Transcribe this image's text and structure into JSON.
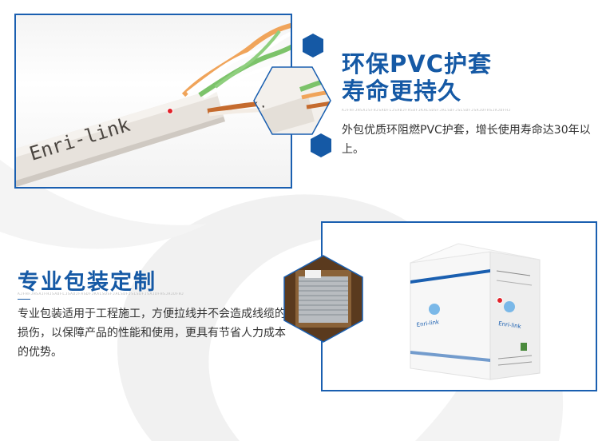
{
  "section1": {
    "title_line1": "环保PVC护套",
    "title_line2": "寿命更持久",
    "subtitle_en": "AJFHFJHSAJSFHJSADFLJSADJFASDFJKALSDSFJALSDFJSLSDFJSAJDFHSJAJDFHJ",
    "description": "外包优质环阻燃PVC护套，增长使用寿命达30年以上。",
    "jacket_print": "Enri-link"
  },
  "section2": {
    "title": "专业包装定制",
    "subtitle_en": "AJFHFJHSAJFHJSADFLJSADJFASDFJKALSDSFJALSDFJSLSDFJSAJDFHSJAJDFHJ",
    "description": "专业包装适用于工程施工，方便拉线并不会造成线缆的损伤，以保障产品的性能和使用，更具有节省人力成本的优势。",
    "box_brand": "Enri-link"
  },
  "colors": {
    "accent_blue": "#1559a5",
    "frame_blue": "#1a5fb0",
    "marker_red": "#e2232a"
  }
}
